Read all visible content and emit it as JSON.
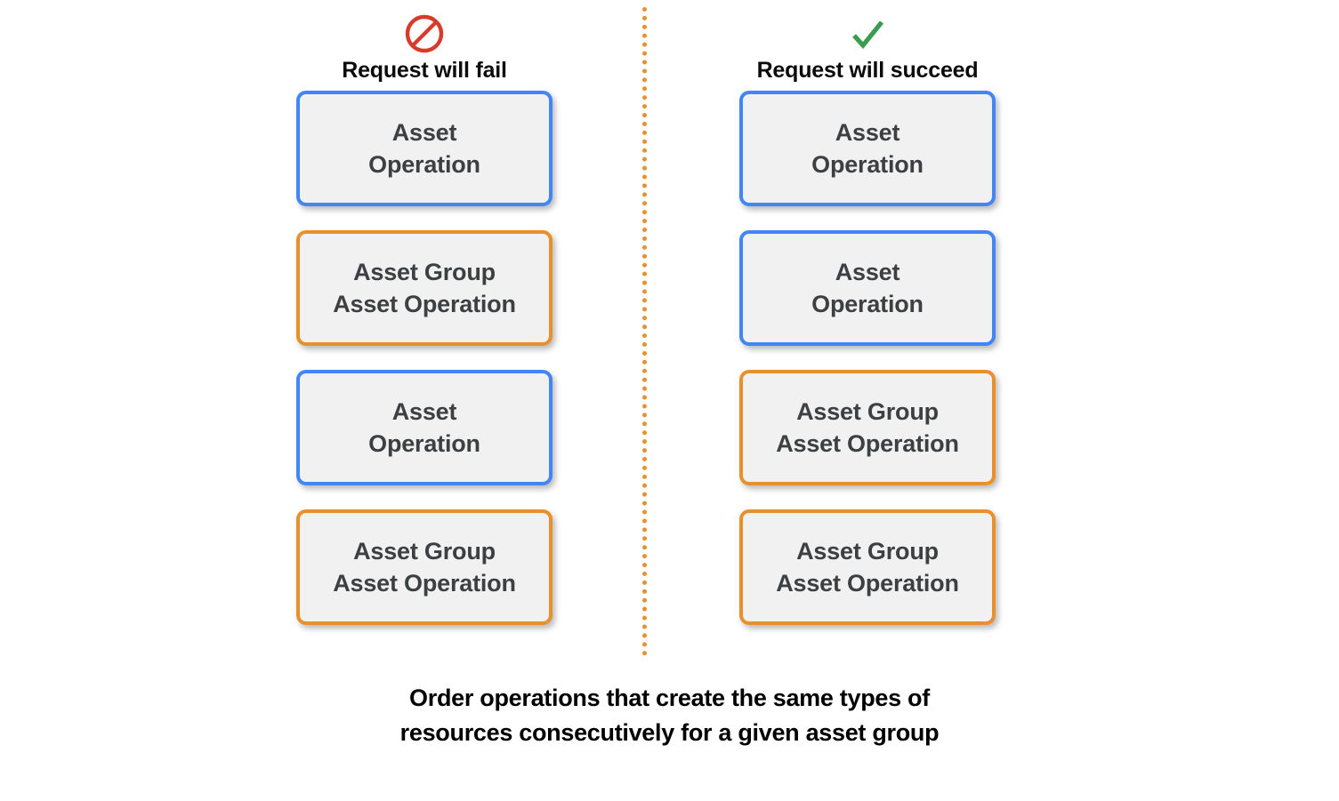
{
  "diagram": {
    "background_color": "#ffffff",
    "accent_colors": {
      "blue": "#4285F4",
      "orange": "#E8912C",
      "card_fill": "#F1F1F1",
      "card_text": "#3C4043",
      "fail_icon": "#D93B2B",
      "succeed_icon": "#3C9B4F",
      "divider": "#E8912C"
    },
    "columns": [
      {
        "id": "fail",
        "icon_name": "prohibited-icon",
        "title": "Request will fail",
        "cards": [
          {
            "label": "Asset\nOperation",
            "accent": "blue"
          },
          {
            "label": "Asset Group\nAsset Operation",
            "accent": "orange"
          },
          {
            "label": "Asset\nOperation",
            "accent": "blue"
          },
          {
            "label": "Asset Group\nAsset Operation",
            "accent": "orange"
          }
        ]
      },
      {
        "id": "succeed",
        "icon_name": "check-icon",
        "title": "Request will succeed",
        "cards": [
          {
            "label": "Asset\nOperation",
            "accent": "blue"
          },
          {
            "label": "Asset\nOperation",
            "accent": "blue"
          },
          {
            "label": "Asset Group\nAsset Operation",
            "accent": "orange"
          },
          {
            "label": "Asset Group\nAsset Operation",
            "accent": "orange"
          }
        ]
      }
    ],
    "caption": {
      "line1": "Order operations that create the same types of",
      "line2": "resources consecutively for a given asset group"
    }
  }
}
